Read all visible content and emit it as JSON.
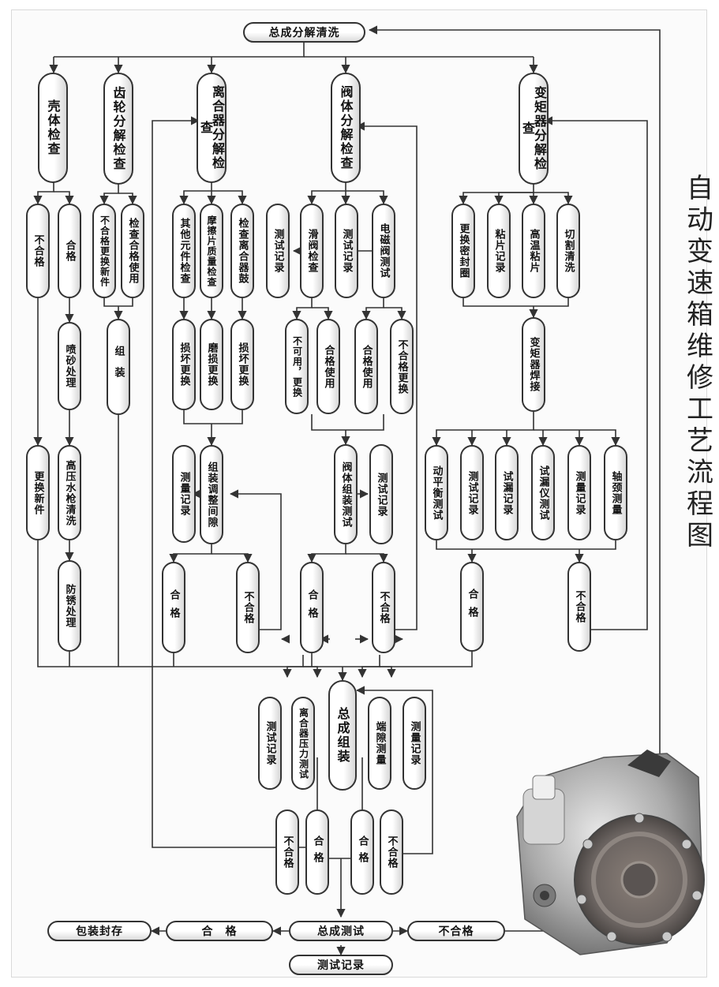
{
  "vertical_title": "自动变速箱维修工艺流程图",
  "nodes": {
    "dismantle": "总成分解清洗",
    "housing": "壳体检查",
    "gear": "齿轮分解检查",
    "clutch": "离合器分解检查",
    "valve": "阀体分解检查",
    "converter": "变矩器分解检查",
    "h_fail": "不合格",
    "h_pass": "合格",
    "sandblast": "喷砂处理",
    "replace_new": "更换新件",
    "hp_wash": "高压水枪清洗",
    "rustproof": "防锈处理",
    "g_bad": "不合格更换新件",
    "g_ok": "检查合格使用",
    "assemble": "组装",
    "c_other": "其他元件检查",
    "c_friction": "摩擦片质量检查",
    "c_drum": "检查离合器鼓",
    "c_rep1": "损坏更换",
    "c_rep2": "磨损更换",
    "c_rep3": "损坏更换",
    "c_measure": "测量记录",
    "c_adjust": "组装调整间隙",
    "c_pass": "合格",
    "c_fail": "不合格",
    "v_testrec1": "测试记录",
    "v_slide": "滑阀检查",
    "v_testrec2": "测试记录",
    "v_solenoid": "电磁阀测试",
    "v_unusable": "不可用，更换",
    "v_ok1": "合格使用",
    "v_ok2": "合格使用",
    "v_bad": "不合格更换",
    "v_assembly": "阀体组装测试",
    "v_testrec3": "测试记录",
    "v_pass": "合格",
    "v_fail": "不合格",
    "t_seal": "更换密封圈",
    "t_patch": "粘片记录",
    "t_hotpatch": "高温粘片",
    "t_cut": "切割清洗",
    "t_weld": "变矩器焊接",
    "t_balance": "动平衡测试",
    "t_testrec": "测试记录",
    "t_leakrec": "试漏记录",
    "t_leaktest": "试漏仪测试",
    "t_measure": "测量记录",
    "t_journal": "轴颈测量",
    "t_pass": "合格",
    "t_fail": "不合格",
    "a_testrec": "测试记录",
    "a_pressure": "离合器压力测试",
    "a_total": "总成组装",
    "a_endplay": "端隙测量",
    "a_measure": "测量记录",
    "a_fail1": "不合格",
    "a_pass1": "合格",
    "a_pass2": "合格",
    "a_fail2": "不合格",
    "f_test": "总成测试",
    "f_pass": "合　格",
    "f_pack": "包装封存",
    "f_fail": "不合格",
    "f_record": "测试记录"
  },
  "photo": {
    "icon": "transmission-photo"
  }
}
